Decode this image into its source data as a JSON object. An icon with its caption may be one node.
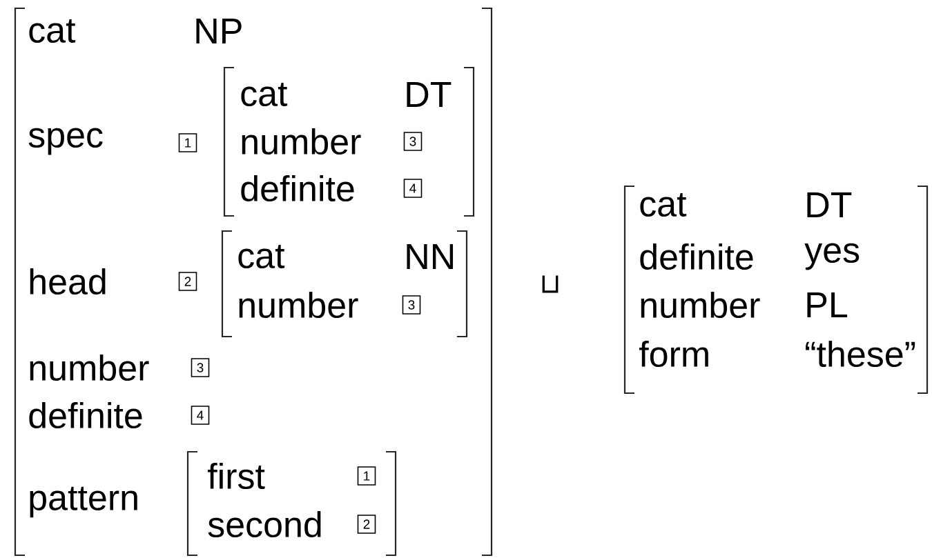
{
  "diagram": {
    "nodes": [
      {
        "text": [
          "cat",
          "NP",
          "spec",
          "head",
          "number",
          "definite",
          "pattern"
        ]
      },
      {
        "text": [
          "1"
        ],
        "in": 0
      },
      {
        "text": [
          "cat",
          "DT",
          "number",
          "definite"
        ],
        "in": 0
      },
      {
        "text": [
          "3"
        ],
        "in": 2
      },
      {
        "text": [
          "4"
        ],
        "in": 2
      },
      {
        "text": [
          "2"
        ],
        "in": 0
      },
      {
        "text": [
          "cat",
          "NN",
          "number"
        ],
        "in": 0
      },
      {
        "text": [
          "3"
        ],
        "in": 6
      },
      {
        "text": [
          "3"
        ],
        "in": 0
      },
      {
        "text": [
          "4"
        ],
        "in": 0
      },
      {
        "text": [
          "first",
          "second"
        ],
        "in": 0
      },
      {
        "text": [
          "1"
        ],
        "in": 10
      },
      {
        "text": [
          "2"
        ],
        "in": 10
      },
      {
        "text": [
          "cat",
          "DT",
          "definite",
          "yes",
          "number",
          "PL",
          "form",
          "“these”"
        ]
      }
    ],
    "labels": [
      "⊔"
    ]
  }
}
